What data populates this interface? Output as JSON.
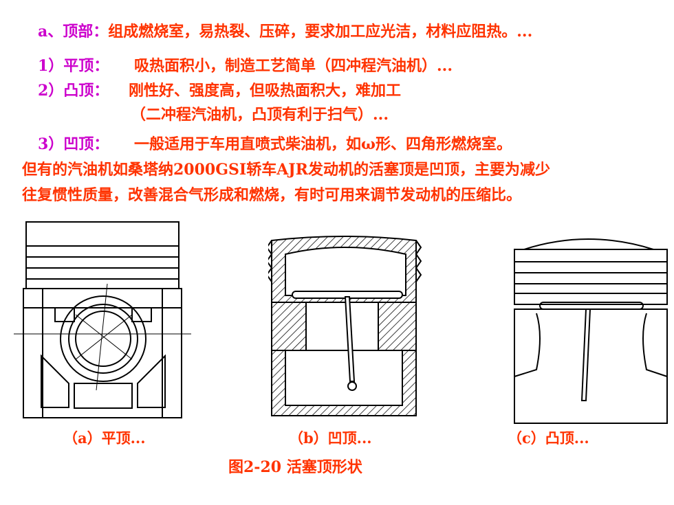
{
  "text": {
    "line_a_label": "a、顶部：",
    "line_a_text": "组成燃烧室，易热裂、压碎，要求加工应光洁，材料应阻热。...",
    "line1_label": "1）平顶：",
    "line1_text": "吸热面积小，制造工艺简单（四冲程汽油机）...",
    "line2_label": "2）凸顶：",
    "line2_text": "刚性好、强度高，但吸热面积大，难加工",
    "line2_text_cont": "（二冲程汽油机，凸顶有利于扫气）...",
    "line3_label": "3）凹顶：",
    "line3_text": "一般适用于车用直喷式柴油机，如ω形、四角形燃烧室。",
    "para1": "但有的汽油机如桑塔纳2000GSI轿车AJR发动机的活塞顶是凹顶，主要为减少",
    "para2": "往复惯性质量，改善混合气形成和燃烧，有时可用来调节发动机的压缩比。"
  },
  "figure": {
    "caption_a": "（a）平顶...",
    "caption_b": "（b）凹顶...",
    "caption_c": "（c）凸顶...",
    "title": "图2-20 活塞顶形状"
  },
  "colors": {
    "label": "#cc00cc",
    "text": "#ff3300",
    "drawing": "#000000"
  }
}
